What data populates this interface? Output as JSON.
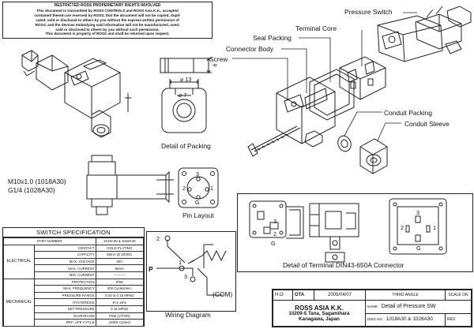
{
  "restricted": {
    "title": "RESTRICTED  ROSS PROPERIETARY RIGHTS INVOLVED",
    "lines": [
      "This document is transmitted by ROSS CONTROLS and ROSS Asia K.K., accepted",
      "contained therein are reserved by ROSS, that the document will not be copied, dupli-",
      "cated, sold or disclosed to others by you without the express written permission of",
      "ROSS, and the devices embodying said information will not be manufactured, used,",
      "sold or disclosed to others by you without such permission.",
      "This document is property of ROSS and shall be returned upon request."
    ]
  },
  "labels": {
    "pressure_switch": "Pressure Switch",
    "terminal_core": "Terminal Core",
    "seal_packing": "Seal Packing",
    "connector_body": "Connector Body",
    "screw": "Screw",
    "conduit_packing": "Conduit Packing",
    "conduit_sleeve": "Conduit Sleeve",
    "detail_of_packing": "Detail of Packing",
    "pin_layout": "Pin Layout",
    "thread_1": "M10x1.0 (1018A30)",
    "thread_2": "G1/4      (1028A30)",
    "dim_6": "6",
    "dim_13": "13",
    "dim_7": "7",
    "detail_terminal": "Detail of Terminal  DIN43-650A Connector",
    "wiring_diagram": "Wiring Diagram",
    "com": "- (COM)",
    "p": "P",
    "pin_1": "1",
    "pin_2": "2",
    "pin_3": "3",
    "pin_g": "G"
  },
  "spec": {
    "title": "SWITCH SPECIFICATION",
    "part_number_label": "PART NUMBER",
    "part_number_value": "1018A30 & 1028A30",
    "electrical_label": "ELECTRICAL",
    "mechanical_label": "MECHANICAL",
    "electrical_rows": [
      {
        "k": "CONTACT",
        "v": "GOLD PLATING"
      },
      {
        "k": "CAPACITY",
        "v": "50mA @ 30VDC"
      },
      {
        "k": "MAX. VOLTAGE",
        "v": "30V"
      },
      {
        "k": "MAX. CURRENT",
        "v": "50mA"
      },
      {
        "k": "MIN. CURRENT",
        "v": "----------"
      }
    ],
    "mechanical_rows": [
      {
        "k": "PROTECTION",
        "v": "IP65"
      },
      {
        "k": "MAX. FREQUENCY",
        "v": "200 Cycles/min."
      },
      {
        "k": "PRESSURE RANGE",
        "v": "0.03 to 0.15 MPaG"
      },
      {
        "k": "HYSTERESIS",
        "v": "8 to 16%"
      },
      {
        "k": "SET PRESSURE",
        "v": "0.15 MPaG"
      },
      {
        "k": "DIAPHRAGM",
        "v": "FKM (VITON)"
      },
      {
        "k": "REF. LIFE CYCLE",
        "v": "(10E6 Cycles)"
      }
    ]
  },
  "title_block": {
    "drawn": "H.O",
    "checked": "OTA",
    "date": "2005/04/07",
    "angle": "THIRD ANGLE",
    "scale": "SCALE ON",
    "company": "ROSS  ASIA  K.K.",
    "address_1": "10209-5 Tana, Sagamihara",
    "address_2": "Kanagawa, Japan",
    "name_label": "NAME",
    "name": "Detail of Pressure SW",
    "dwg_label": "DWG NO.",
    "dwg_no": "1018A30 & 1028A30",
    "rev": "REV."
  }
}
